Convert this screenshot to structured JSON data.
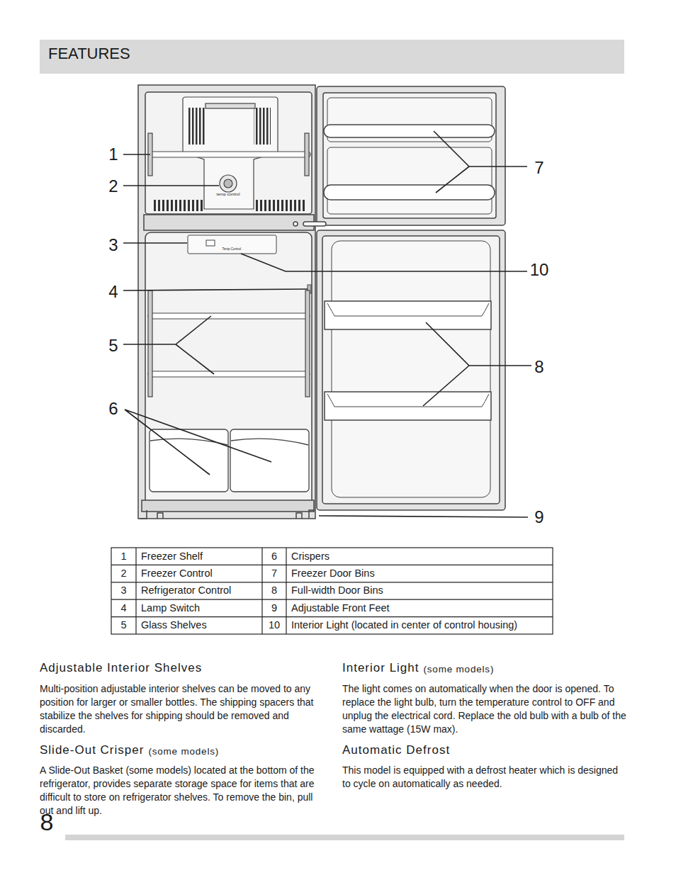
{
  "diagram": {
    "title": "FEATURES",
    "labels": [
      "1",
      "2",
      "3",
      "4",
      "5",
      "6",
      "7",
      "10",
      "8",
      "9",
      "temp control",
      "Temp Control",
      "1",
      "Freezer Shelf",
      "6",
      "Crispers",
      "2",
      "Freezer Control",
      "7",
      "Freezer Door Bins",
      "3",
      "Refrigerator Control",
      "8",
      "Full-width Door Bins",
      "4",
      "Lamp Switch",
      "9",
      "Adjustable Front Feet",
      "5",
      "Glass Shelves",
      "10",
      "Interior Light (located in center of control housing)",
      "Adjustable Interior Shelves",
      "Multi-position adjustable interior shelves can be moved to any position for larger or smaller bottles. The shipping spacers that stabilize the shelves for shipping should be removed and discarded.",
      "Slide-Out Crisper",
      "(some models)",
      "A Slide-Out Basket (some models) located at the bottom of the refrigerator, provides separate storage space for items that are difficult to store on refrigerator shelves. To remove the bin, pull out and lift up.",
      "Interior Light",
      "(some models)",
      "The light comes on automatically when the door is opened. To replace the light bulb, turn the temperature control to OFF and unplug the electrical cord. Replace the old bulb with a bulb of the same wattage (15W max).",
      "Automatic Defrost",
      "This model is equipped with a defrost heater which is designed to cycle on automatically as needed.",
      "8"
    ]
  }
}
